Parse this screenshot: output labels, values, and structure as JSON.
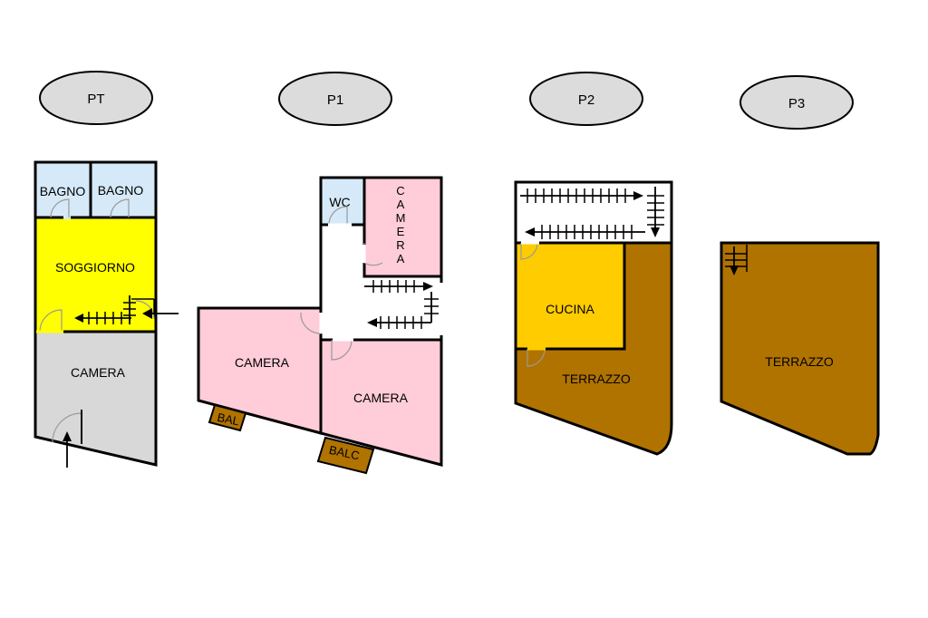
{
  "levels": {
    "pt": {
      "label": "PT",
      "rooms": {
        "bagno_left": "BAGNO",
        "bagno_right": "BAGNO",
        "soggiorno": "SOGGIORNO",
        "camera": "CAMERA"
      }
    },
    "p1": {
      "label": "P1",
      "rooms": {
        "wc": "WC",
        "camera_vertical": [
          "C",
          "A",
          "M",
          "E",
          "R",
          "A"
        ],
        "camera_left": "CAMERA",
        "camera_right": "CAMERA",
        "bal": "BAL",
        "balc": "BALC"
      }
    },
    "p2": {
      "label": "P2",
      "rooms": {
        "cucina": "CUCINA",
        "terrazzo": "TERRAZZO"
      }
    },
    "p3": {
      "label": "P3",
      "rooms": {
        "terrazzo": "TERRAZZO"
      }
    }
  },
  "colors": {
    "bathroom": "#d6e9f8",
    "living": "#ffff00",
    "bedroom_gray": "#d8d8d8",
    "bedroom_pink": "#ffccd9",
    "kitchen": "#ffcc00",
    "terrace": "#b07300",
    "label_ellipse": "#dcdcdc",
    "hall": "#ffffff"
  }
}
